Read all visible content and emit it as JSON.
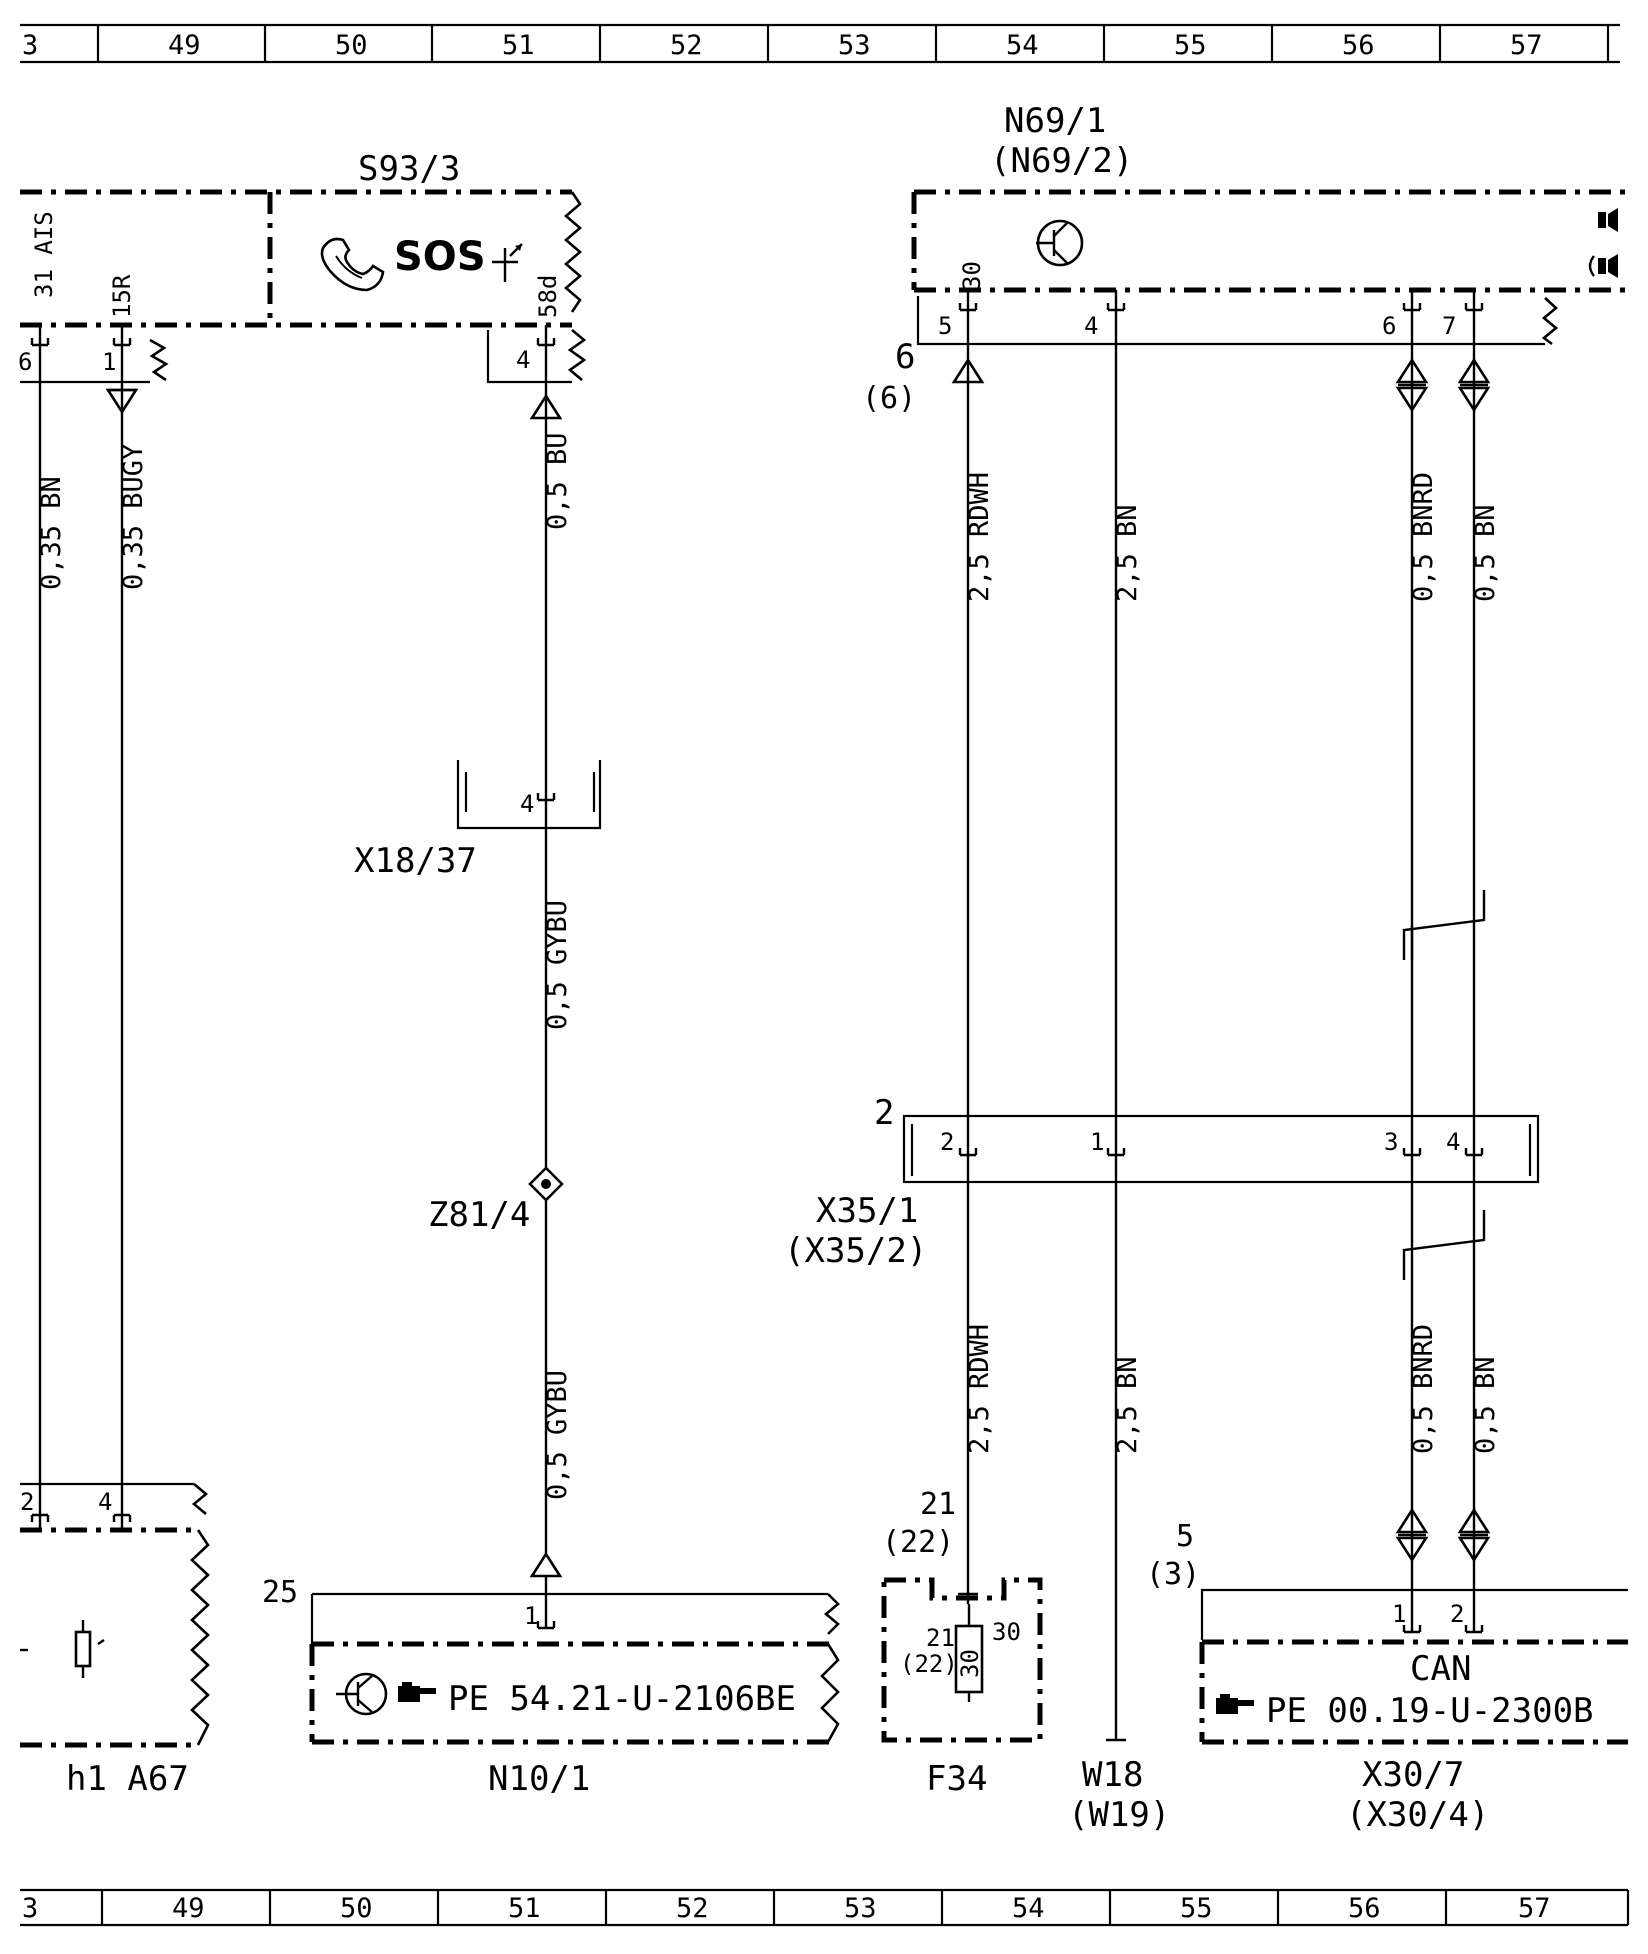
{
  "ruler": {
    "first_cell": "3",
    "labels": [
      "49",
      "50",
      "51",
      "52",
      "53",
      "54",
      "55",
      "56",
      "57"
    ]
  },
  "components": {
    "s93_3": {
      "id": "S93/3",
      "sos_text": "SOS",
      "pins": {
        "p31": "31 AIS",
        "p15r": "15R",
        "p58d": "58d"
      },
      "conn_pins": [
        "6",
        "1",
        "4"
      ]
    },
    "n69_1": {
      "id": "N69/1",
      "alt": "(N69/2)",
      "pins": {
        "p30": "30"
      },
      "conn_pins": [
        "5",
        "4",
        "6",
        "7"
      ],
      "conn_no": "6",
      "conn_no_alt": "(6)"
    },
    "x18_37": {
      "id": "X18/37",
      "pin": "4"
    },
    "z81_4": {
      "id": "Z81/4"
    },
    "x35_1": {
      "id": "X35/1",
      "alt": "(X35/2)",
      "conn_no": "2",
      "pins": [
        "2",
        "1",
        "3",
        "4"
      ]
    },
    "a67": {
      "id": "h1 A67",
      "pins": [
        "2",
        "4"
      ]
    },
    "n10_1": {
      "id": "N10/1",
      "conn_no": "25",
      "pin": "1",
      "ref": "PE 54.21-U-2106BE"
    },
    "f34": {
      "id": "F34",
      "conn_no": "21",
      "conn_no_alt": "(22)",
      "fuse_pins": [
        "21",
        "(22)"
      ],
      "fuse_value": "30",
      "fuse_out": "30"
    },
    "w18": {
      "id": "W18",
      "alt": "(W19)"
    },
    "x30_7": {
      "id": "X30/7",
      "alt": "(X30/4)",
      "conn_no": "5",
      "conn_no_alt": "(3)",
      "pins": [
        "1",
        "2"
      ],
      "bus_label": "CAN",
      "ref": "PE 00.19-U-2300B"
    }
  },
  "wires": {
    "a67_31": "0,35 BN",
    "a67_15r": "0,35 BUGY",
    "s93_58d": "0,5 BU",
    "x18_gybu": "0,5 GYBU",
    "n10_gybu": "0,5 GYBU",
    "n69_5_upper": "2,5 RDWH",
    "n69_4_upper": "2,5 BN",
    "n69_6_upper": "0,5 BNRD",
    "n69_7_upper": "0,5 BN",
    "f34_lower": "2,5 RDWH",
    "w18_lower": "2,5 BN",
    "x30_1_lower": "0,5 BNRD",
    "x30_2_lower": "0,5 BN"
  },
  "colors": {
    "ink": "#000000",
    "paper": "#ffffff"
  }
}
